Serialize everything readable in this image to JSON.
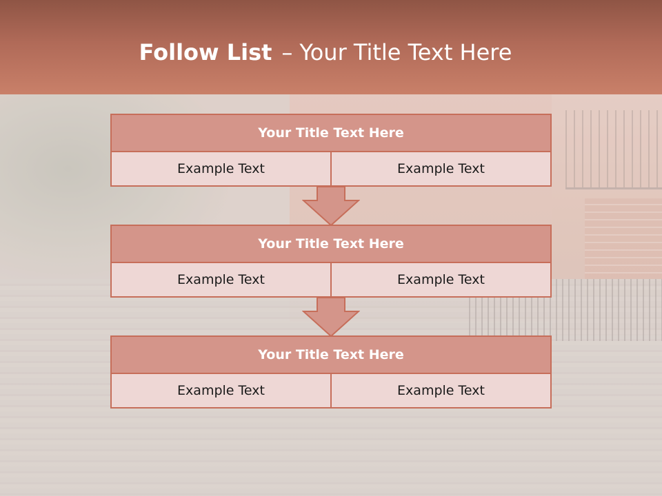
{
  "header": {
    "title_bold": "Follow List",
    "title_separator": "–",
    "title_rest": "Your Title Text Here"
  },
  "blocks": [
    {
      "title": "Your Title Text Here",
      "cells": [
        "Example Text",
        "Example Text"
      ]
    },
    {
      "title": "Your Title Text Here",
      "cells": [
        "Example Text",
        "Example Text"
      ]
    },
    {
      "title": "Your Title Text Here",
      "cells": [
        "Example Text",
        "Example Text"
      ]
    }
  ],
  "colors": {
    "header": "#b06a58",
    "block_header": "#d4958a",
    "block_cell": "#eed7d5",
    "border": "#c66e5a"
  }
}
